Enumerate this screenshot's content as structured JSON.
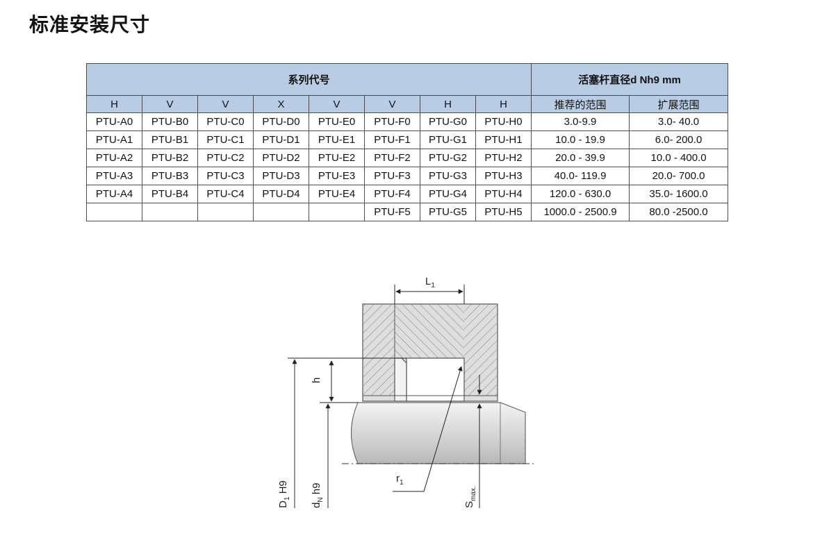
{
  "page": {
    "title": "标准安装尺寸"
  },
  "table": {
    "group_headers": [
      "系列代号",
      "活塞杆直径d Nh9 mm"
    ],
    "sub_headers": [
      "H",
      "V",
      "V",
      "X",
      "V",
      "V",
      "H",
      "H",
      "推荐的范围",
      "扩展范围"
    ],
    "rows": [
      [
        "PTU-A0",
        "PTU-B0",
        "PTU-C0",
        "PTU-D0",
        "PTU-E0",
        "PTU-F0",
        "PTU-G0",
        "PTU-H0",
        "3.0-9.9",
        "3.0- 40.0"
      ],
      [
        "PTU-A1",
        "PTU-B1",
        "PTU-C1",
        "PTU-D1",
        "PTU-E1",
        "PTU-F1",
        "PTU-G1",
        "PTU-H1",
        "10.0 - 19.9",
        "6.0- 200.0"
      ],
      [
        "PTU-A2",
        "PTU-B2",
        "PTU-C2",
        "PTU-D2",
        "PTU-E2",
        "PTU-F2",
        "PTU-G2",
        "PTU-H2",
        "20.0 - 39.9",
        "10.0 - 400.0"
      ],
      [
        "PTU-A3",
        "PTU-B3",
        "PTU-C3",
        "PTU-D3",
        "PTU-E3",
        "PTU-F3",
        "PTU-G3",
        "PTU-H3",
        "40.0- 119.9",
        "20.0- 700.0"
      ],
      [
        "PTU-A4",
        "PTU-B4",
        "PTU-C4",
        "PTU-D4",
        "PTU-E4",
        "PTU-F4",
        "PTU-G4",
        "PTU-H4",
        "120.0 - 630.0",
        "35.0- 1600.0"
      ],
      [
        "",
        "",
        "",
        "",
        "",
        "PTU-F5",
        "PTU-G5",
        "PTU-H5",
        "1000.0 - 2500.9",
        "80.0 -2500.0"
      ]
    ]
  },
  "drawing": {
    "label_L": "L",
    "label_L_sub": "1",
    "label_h": "h",
    "label_r": "r",
    "label_r_sub": "1",
    "label_D": "D",
    "label_D_sub": "1",
    "label_D_suffix": " H9",
    "label_d": "d",
    "label_d_sub": "N",
    "label_d_suffix": " h9",
    "label_S": "S",
    "label_S_sub": "max."
  }
}
